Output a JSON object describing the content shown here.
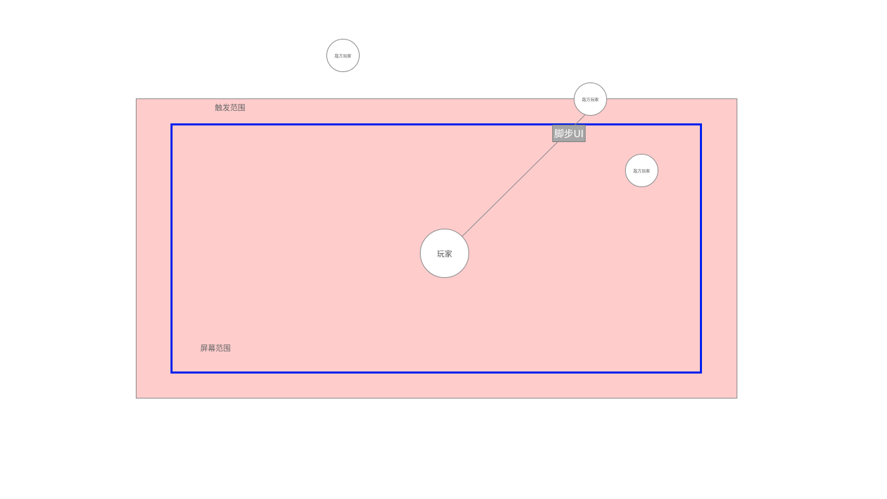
{
  "zones": {
    "trigger_label": "触发范围",
    "screen_label": "屏幕范围",
    "trigger_fill": "#ffcccc",
    "screen_border": "#0022ee"
  },
  "nodes": {
    "enemies": [
      {
        "label": "敌方玩家"
      },
      {
        "label": "敌方玩家"
      },
      {
        "label": "敌方玩家"
      }
    ],
    "player": {
      "label": "玩家"
    },
    "footstep": {
      "label": "脚步UI"
    }
  }
}
